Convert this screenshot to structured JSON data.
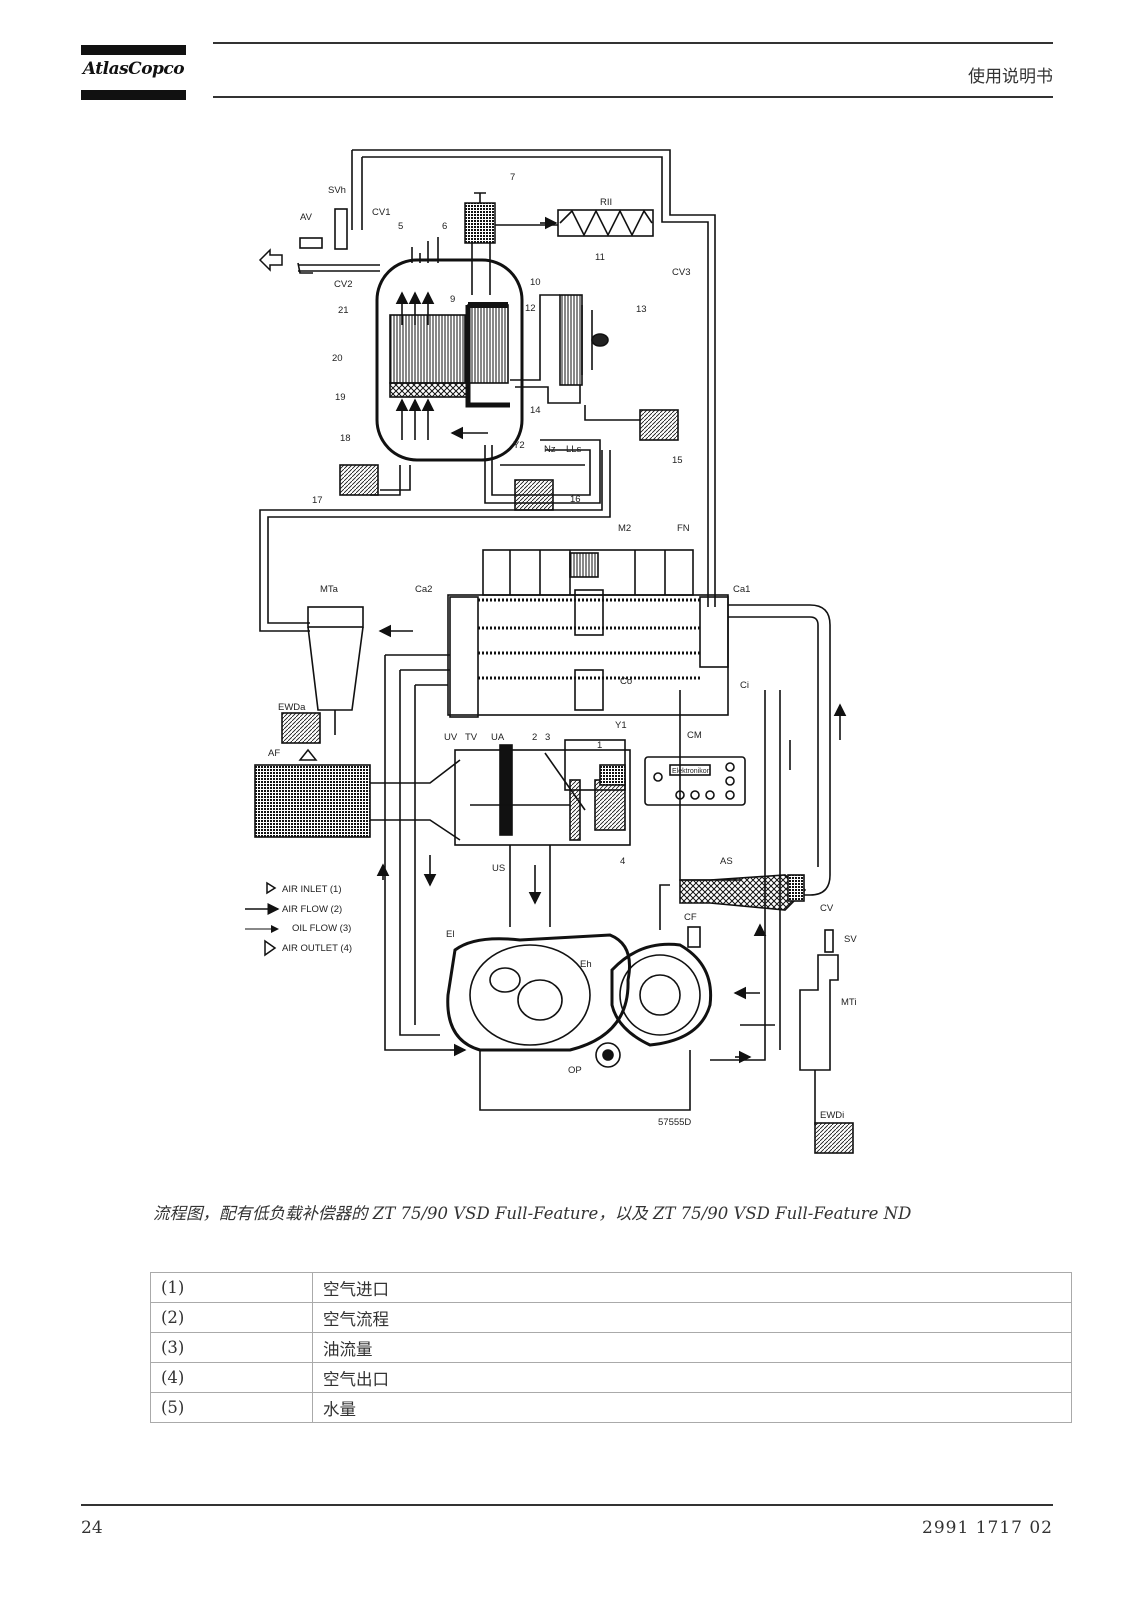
{
  "header": {
    "logo_text": "AtlasCopco",
    "title": "使用说明书"
  },
  "diagram": {
    "part_labels": [
      "7",
      "RII",
      "SVh",
      "AV",
      "CV1",
      "5",
      "6",
      "CV2",
      "11",
      "CV3",
      "10",
      "9",
      "12",
      "13",
      "21",
      "20",
      "19",
      "18",
      "14",
      "15",
      "Y2",
      "Nz",
      "LLs",
      "17",
      "16",
      "M2",
      "FN",
      "MTa",
      "Ca2",
      "Ca1",
      "Co",
      "Ci",
      "EWDa",
      "AF",
      "UV",
      "TV",
      "UA",
      "2",
      "3",
      "1",
      "Y1",
      "CM",
      "US",
      "4",
      "AS",
      "CV",
      "CF",
      "El",
      "Eh",
      "SV",
      "MTi",
      "OP",
      "EWDi"
    ],
    "legend_items": [
      "AIR INLET (1)",
      "AIR FLOW (2)",
      "OIL FLOW (3)",
      "AIR OUTLET (4)"
    ],
    "controller_label": "Elektronikon",
    "drawing_number": "57555D"
  },
  "caption": "流程图，配有低负载补偿器的 ZT 75/90 VSD Full-Feature，以及 ZT 75/90 VSD Full-Feature ND",
  "legend_table": [
    {
      "num": "(1)",
      "text": "空气进口"
    },
    {
      "num": "(2)",
      "text": "空气流程"
    },
    {
      "num": "(3)",
      "text": "油流量"
    },
    {
      "num": "(4)",
      "text": "空气出口"
    },
    {
      "num": "(5)",
      "text": "水量"
    }
  ],
  "footer": {
    "page_number": "24",
    "doc_number": "2991 1717 02"
  }
}
